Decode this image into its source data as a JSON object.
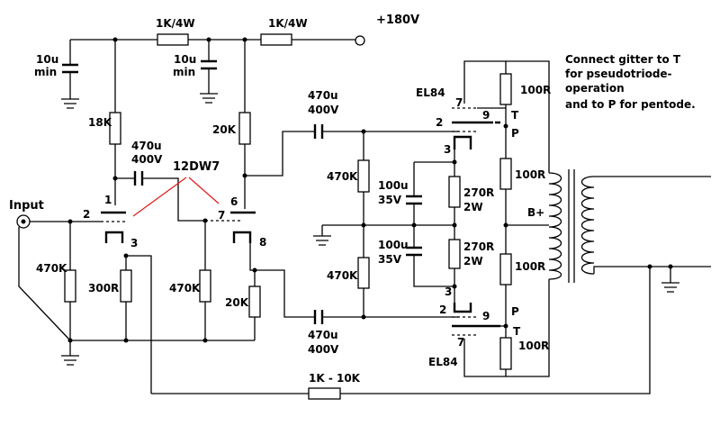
{
  "supply": {
    "label": "+180V",
    "r1": "1K/4W",
    "r2": "1K/4W",
    "c1": "10u",
    "c1b": "min",
    "c2": "10u",
    "c2b": "min"
  },
  "input": {
    "label": "Input",
    "r_grid": "470K",
    "r_cathode": "300R",
    "pin_grid": "2",
    "pin_plate": "1",
    "pin_cathode": "3"
  },
  "stage1": {
    "r_plate": "18K",
    "c_couple": "470u",
    "c_couple_v": "400V",
    "tube": "12DW7"
  },
  "stage2": {
    "r_plate": "20K",
    "r_grid": "470K",
    "r_cathode": "20K",
    "pin_plate": "6",
    "pin_grid": "7",
    "pin_cathode": "8"
  },
  "output": {
    "c_top": "470u",
    "c_top_v": "400V",
    "c_bot": "470u",
    "c_bot_v": "400V",
    "r_grid_top": "470K",
    "r_grid_bot": "470K",
    "c_cath_top": "100u",
    "c_cath_top_v": "35V",
    "c_cath_bot": "100u",
    "c_cath_bot_v": "35V",
    "r_cath_top": "270R",
    "r_cath_top_w": "2W",
    "r_cath_bot": "270R",
    "r_cath_bot_w": "2W",
    "tube_top": "EL84",
    "tube_bot": "EL84",
    "pin7_top": "7",
    "pin2_top": "2",
    "pin9_top": "9",
    "pin3_top": "3",
    "pin7_bot": "7",
    "pin2_bot": "2",
    "pin9_bot": "9",
    "pin3_bot": "3",
    "r_top_t": "100R",
    "r_top_p": "100R",
    "r_bot_p": "100R",
    "r_bot_t": "100R",
    "t_top": "T",
    "p_top": "P",
    "bplus": "B+",
    "p_bot": "P",
    "t_bot": "T"
  },
  "feedback": {
    "label": "1K - 10K"
  },
  "note": {
    "line1": "Connect gitter to T",
    "line2": "for pseudotriode-",
    "line3": "operation",
    "line4": "and to P for pentode."
  }
}
